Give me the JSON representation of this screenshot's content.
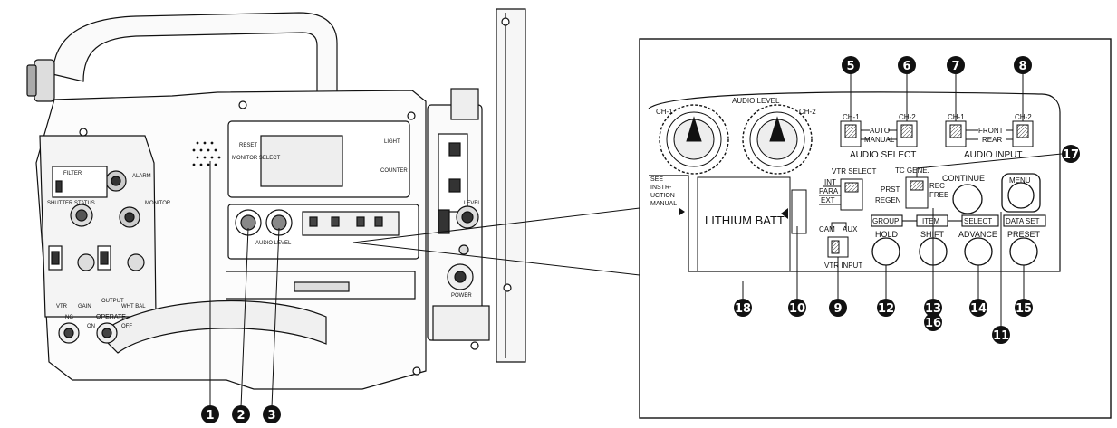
{
  "camera": {
    "labels": {
      "filter": "FILTER",
      "shutter_status": "SHUTTER STATUS",
      "alarm": "ALARM",
      "monitor": "MONITOR",
      "light": "LIGHT",
      "counter": "COUNTER",
      "reset": "RESET",
      "monitor_select": "MONITOR SELECT",
      "audio_level": "AUDIO LEVEL",
      "vtr": "VTR",
      "gain": "GAIN",
      "output": "OUTPUT",
      "wht_bal": "WHT BAL",
      "ng": "NG",
      "operate": "OPERATE",
      "on": "ON",
      "off": "OFF",
      "power": "POWER",
      "level": "LEVEL"
    }
  },
  "panel": {
    "audio_level": "AUDIO LEVEL",
    "ch1": "CH-1",
    "ch2": "CH-2",
    "audio_select_ch1": "CH-1",
    "audio_select_ch2": "CH-2",
    "auto": "AUTO",
    "manual": "MANUAL",
    "audio_select": "AUDIO SELECT",
    "audio_input_ch1": "CH-1",
    "audio_input_ch2": "CH-2",
    "front": "FRONT",
    "rear": "REAR",
    "audio_input": "AUDIO INPUT",
    "see_instruction_manual": [
      "SEE",
      "INSTR-",
      "UCTION",
      "MANUAL"
    ],
    "vtr_select": "VTR SELECT",
    "int": "INT",
    "para": "PARA",
    "ext": "EXT",
    "tc_gene": "TC GENE.",
    "prst": "PRST",
    "regen": "REGEN",
    "rec": "REC",
    "free": "FREE",
    "continue": "CONTINUE",
    "menu": "MENU",
    "lithium_batt": "LITHIUM BATT",
    "cam": "CAM",
    "aux": "AUX",
    "vtr_input": "VTR INPUT",
    "group": "GROUP",
    "hold": "HOLD",
    "item": "ITEM",
    "shift": "SHIFT",
    "select": "SELECT",
    "advance": "ADVANCE",
    "data_set": "DATA SET",
    "preset": "PRESET"
  },
  "callouts": [
    "1",
    "2",
    "3",
    "5",
    "6",
    "7",
    "8",
    "17",
    "18",
    "10",
    "9",
    "12",
    "13",
    "16",
    "14",
    "11",
    "15"
  ]
}
